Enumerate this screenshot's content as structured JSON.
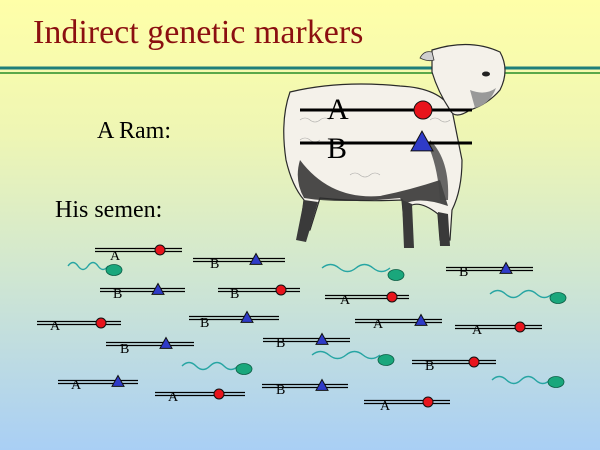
{
  "title": "Indirect genetic markers",
  "ram_label": "A Ram:",
  "semen_label": "His semen:",
  "ram_chromosomes": [
    {
      "allele": "A",
      "marker": "circle"
    },
    {
      "allele": "B",
      "marker": "triangle"
    }
  ],
  "sperm_chromosomes": [
    {
      "allele": "A",
      "marker": "circle"
    },
    {
      "allele": "B",
      "marker": "triangle"
    },
    {
      "allele": "B",
      "marker": "triangle"
    },
    {
      "allele": "B",
      "marker": "circle"
    },
    {
      "allele": "A",
      "marker": "circle"
    },
    {
      "allele": "B",
      "marker": "triangle"
    },
    {
      "allele": "A",
      "marker": "circle"
    },
    {
      "allele": "B",
      "marker": "triangle"
    },
    {
      "allele": "A",
      "marker": "triangle"
    },
    {
      "allele": "A",
      "marker": "circle"
    },
    {
      "allele": "B",
      "marker": "triangle"
    },
    {
      "allele": "B",
      "marker": "triangle"
    },
    {
      "allele": "B",
      "marker": "circle"
    },
    {
      "allele": "A",
      "marker": "triangle"
    },
    {
      "allele": "A",
      "marker": "circle"
    },
    {
      "allele": "B",
      "marker": "triangle"
    },
    {
      "allele": "A",
      "marker": "circle"
    }
  ],
  "colors": {
    "title": "#8b0f10",
    "circle_marker": "#e8141c",
    "triangle_marker": "#2f3bc8",
    "sperm_tail": "#27a5a3",
    "sperm_head": "#1aa77c",
    "divider_teal": "#1d7f7a",
    "divider_green": "#5aa84a"
  }
}
